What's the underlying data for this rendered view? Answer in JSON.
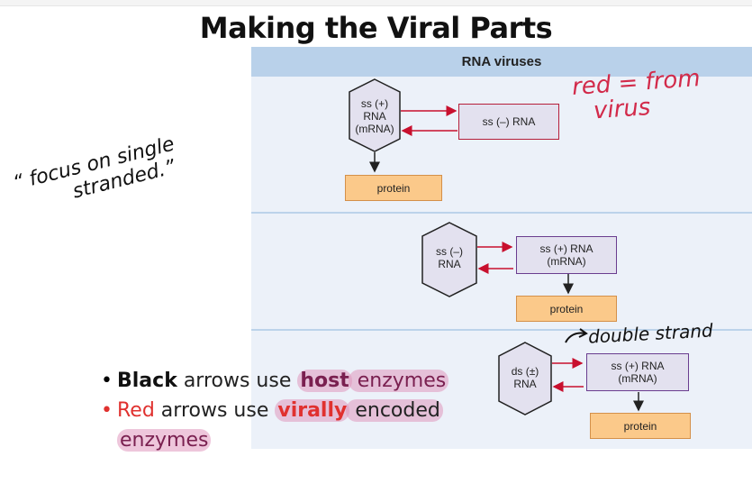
{
  "slide": {
    "title": "Making the Viral Parts"
  },
  "figure": {
    "header": "RNA viruses",
    "panels": [
      {
        "genome": "ss (+)\nRNA\n(mRNA)",
        "genome_lines": [
          "ss (+)",
          "RNA",
          "(mRNA)"
        ],
        "partner": "ss (–) RNA",
        "product": "protein"
      },
      {
        "genome_lines": [
          "ss (–)",
          "RNA"
        ],
        "partner_lines": [
          "ss (+) RNA",
          "(mRNA)"
        ],
        "product": "protein"
      },
      {
        "genome_lines": [
          "ds (±)",
          "RNA"
        ],
        "partner_lines": [
          "ss (+) RNA",
          "(mRNA)"
        ],
        "product": "protein"
      }
    ],
    "colors": {
      "red_arrow": "#c8102e",
      "black_arrow": "#222222",
      "header_bg": "#b9d1ea",
      "panel_bg": "#ecf1f9",
      "protein_fill": "#fbc98a",
      "rna_fill": "#e3e1ef"
    }
  },
  "annotations": {
    "red_note_line1": "red = from",
    "red_note_line2": "virus",
    "side_note_line1": "“ focus on single",
    "side_note_line2": "stranded.”",
    "double_strand_note": "double strand"
  },
  "bullets": [
    {
      "prefix": "Black",
      "mid1": " arrows use ",
      "highlight": "host",
      "rest": " enzymes",
      "color": "#111111",
      "highlight_color": "#7a2050"
    },
    {
      "prefix": "Red",
      "mid1": " arrows use ",
      "highlight": "virally",
      "rest": " encoded",
      "color": "#e0312f",
      "highlight_color": "#e0312f"
    },
    {
      "continuation": "enzymes"
    }
  ]
}
